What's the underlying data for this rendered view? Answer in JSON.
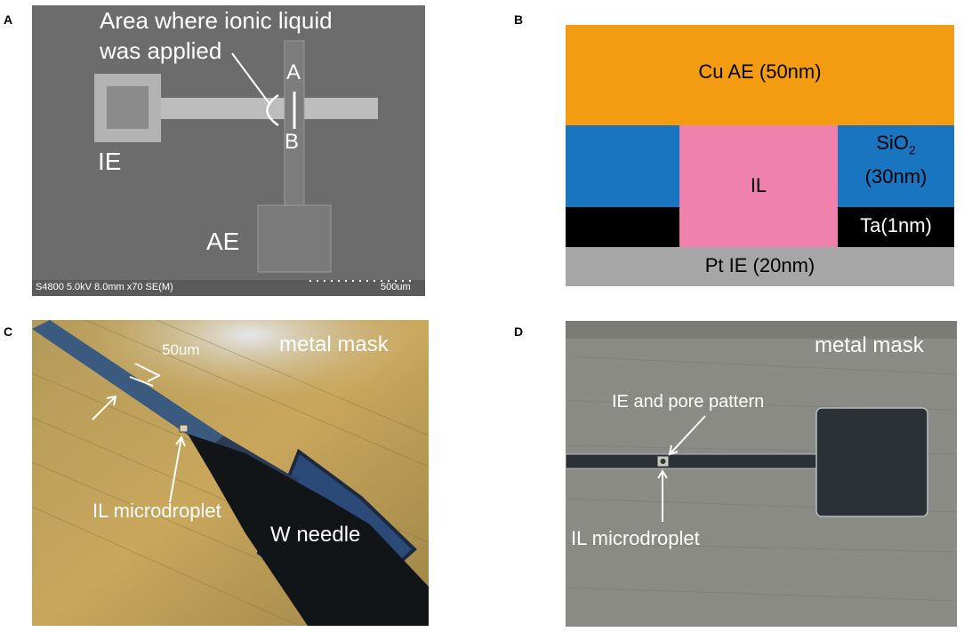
{
  "panel_letters": {
    "a": "A",
    "b": "B",
    "c": "C",
    "d": "D"
  },
  "panelA": {
    "annotation_line1": "Area where ionic liquid",
    "annotation_line2": "was applied",
    "mark_a": "A",
    "mark_b": "B",
    "ie_label": "IE",
    "ae_label": "AE",
    "sem_info": "S4800 5.0kV 8.0mm x70 SE(M)",
    "scale_label": "500um"
  },
  "panelB": {
    "cu_layer": "Cu AE (50nm)",
    "sio2_main": "SiO",
    "sio2_sub": "2",
    "sio2_thickness": "(30nm)",
    "il_label": "IL",
    "ta_layer": "Ta(1nm)",
    "pt_layer": "Pt IE (20nm)",
    "colors": {
      "cu": "#f39c12",
      "sio2": "#1a75c0",
      "il": "#ee82ad",
      "ta": "#000000",
      "pt": "#a6a6a6"
    }
  },
  "panelC": {
    "mask_label": "metal mask",
    "width_label": "50um",
    "droplet_label": "IL microdroplet",
    "needle_label": "W needle"
  },
  "panelD": {
    "mask_label": "metal mask",
    "pattern_label": "IE and pore pattern",
    "droplet_label": "IL microdroplet"
  }
}
